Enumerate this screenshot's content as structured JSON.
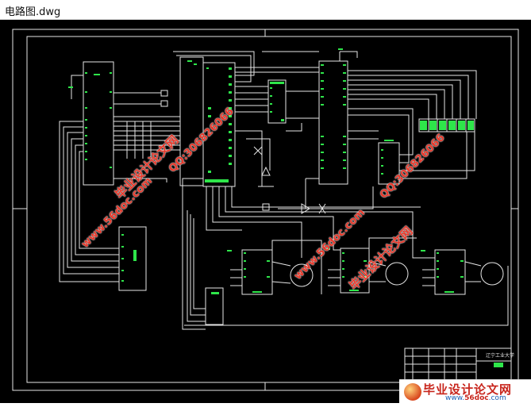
{
  "window": {
    "title": "电路图.dwg"
  },
  "drawing": {
    "line_color": "#e6e6e6",
    "pin_color": "#2ee64a",
    "title_block": {
      "school": "辽宁工业大学"
    }
  },
  "watermarks": {
    "site_cn": "毕业设计论文网",
    "url": "www.56doc.com",
    "qq": "QQ:306826066",
    "color": "#e8382a"
  },
  "logo": {
    "text": "毕业设计论文网",
    "url_prefix": "www.",
    "url_highlight": "56doc",
    "url_suffix": ".com"
  }
}
